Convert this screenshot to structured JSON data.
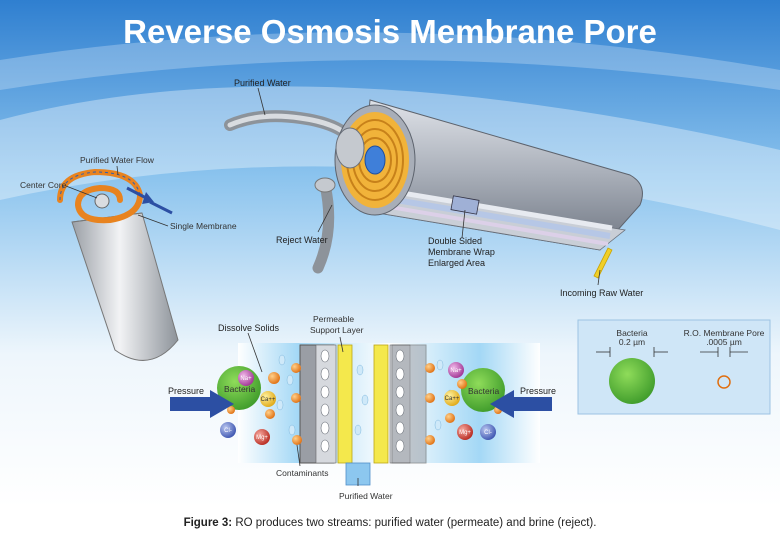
{
  "title": "Reverse Osmosis Membrane Pore",
  "labels": {
    "purified_water_top": "Purified Water",
    "purified_water_flow": "Purified Water Flow",
    "center_core": "Center Core",
    "single_membrane": "Single Membrane",
    "reject_water": "Reject Water",
    "double_sided_1": "Double Sided",
    "double_sided_2": "Membrane Wrap",
    "double_sided_3": "Enlarged Area",
    "incoming_raw_water": "Incoming Raw Water",
    "dissolve_solids": "Dissolve Solids",
    "permeable_1": "Permeable",
    "permeable_2": "Support Layer",
    "pressure_left": "Pressure",
    "pressure_right": "Pressure",
    "bacteria_left": "Bacteria",
    "bacteria_right": "Bacteria",
    "contaminants": "Contaminants",
    "purified_water_bottom": "Purified Water"
  },
  "ions": {
    "na": "Na+",
    "ca": "Ca++",
    "cl": "Cl-",
    "mg": "Mg+"
  },
  "scale_box": {
    "bacteria_label": "Bacteria",
    "bacteria_size": "0.2 µm",
    "pore_label": "R.O. Membrane Pore",
    "pore_size": ".0005 µm"
  },
  "caption": {
    "figure": "Figure 3:",
    "text": " RO produces two streams: purified water (permeate) and brine (reject)."
  },
  "colors": {
    "sky_top": "#2f7fd0",
    "title_text": "#ffffff",
    "membrane_gold": "#e8a31a",
    "bacteria_green": "#55b83a",
    "pressure_arrow": "#2c4fa3",
    "support_layer": "#f2e44a",
    "scale_box_bg": "#cfe6f7"
  }
}
